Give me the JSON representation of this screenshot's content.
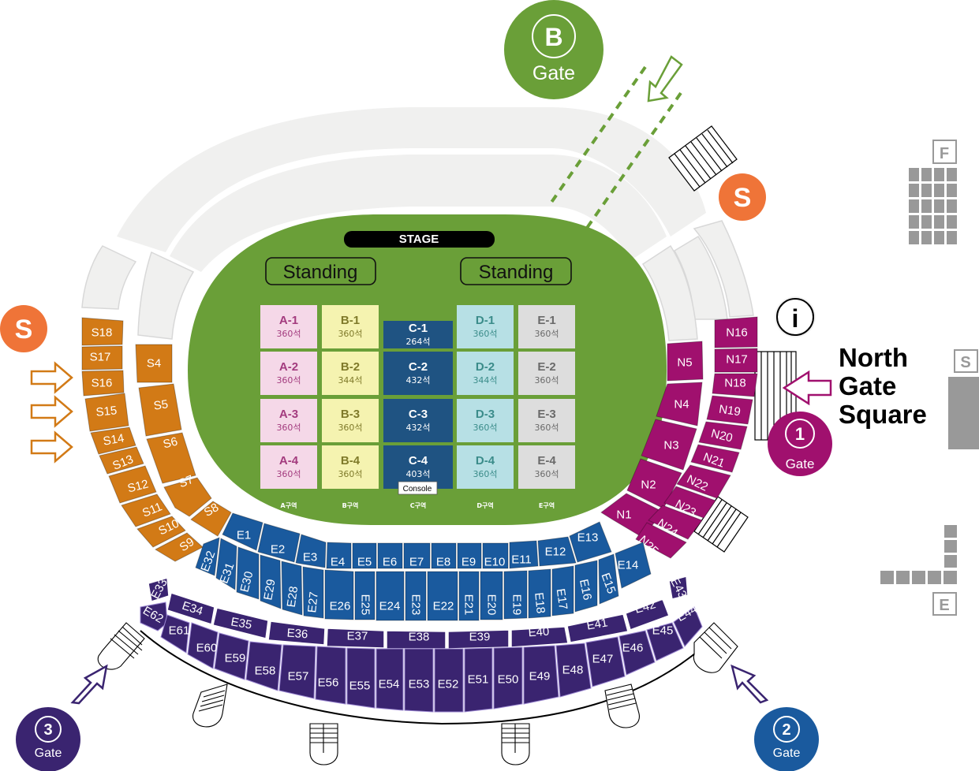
{
  "title": "Stadium seating map",
  "colors": {
    "field": "#6a9f38",
    "south": "#d27a16",
    "north": "#a0106e",
    "east_lower": "#1a5a9e",
    "east_upper": "#3a2470",
    "grey_seat": "#efefee",
    "gate_b": "#6a9f38",
    "gate_1": "#a0106e",
    "gate_2": "#1a5a9e",
    "gate_3": "#3a2470",
    "s_badge": "#ef7438"
  },
  "stage": {
    "label": "STAGE"
  },
  "standing": [
    {
      "label": "Standing"
    },
    {
      "label": "Standing"
    }
  ],
  "console_label": "Console",
  "floor_zones": [
    {
      "zone_label": "A구역",
      "fill": "#f5d8e8",
      "text_color": "#a33b7e",
      "blocks": [
        {
          "name": "A-1",
          "seats": "360석"
        },
        {
          "name": "A-2",
          "seats": "360석"
        },
        {
          "name": "A-3",
          "seats": "360석"
        },
        {
          "name": "A-4",
          "seats": "360석"
        }
      ]
    },
    {
      "zone_label": "B구역",
      "fill": "#f5f3b0",
      "text_color": "#7f7a2a",
      "blocks": [
        {
          "name": "B-1",
          "seats": "360석"
        },
        {
          "name": "B-2",
          "seats": "344석"
        },
        {
          "name": "B-3",
          "seats": "360석"
        },
        {
          "name": "B-4",
          "seats": "360석"
        }
      ]
    },
    {
      "zone_label": "C구역",
      "fill": "#1f5382",
      "text_color": "#ffffff",
      "blocks": [
        {
          "name": "C-1",
          "seats": "264석"
        },
        {
          "name": "C-2",
          "seats": "432석"
        },
        {
          "name": "C-3",
          "seats": "432석"
        },
        {
          "name": "C-4",
          "seats": "403석"
        }
      ]
    },
    {
      "zone_label": "D구역",
      "fill": "#b7e0e5",
      "text_color": "#3b8c8a",
      "blocks": [
        {
          "name": "D-1",
          "seats": "360석"
        },
        {
          "name": "D-2",
          "seats": "344석"
        },
        {
          "name": "D-3",
          "seats": "360석"
        },
        {
          "name": "D-4",
          "seats": "360석"
        }
      ]
    },
    {
      "zone_label": "E구역",
      "fill": "#dddddd",
      "text_color": "#6a6a6a",
      "blocks": [
        {
          "name": "E-1",
          "seats": "360석"
        },
        {
          "name": "E-2",
          "seats": "360석"
        },
        {
          "name": "E-3",
          "seats": "360석"
        },
        {
          "name": "E-4",
          "seats": "360석"
        }
      ]
    }
  ],
  "south_inner": [
    "S4",
    "S5",
    "S6",
    "S7",
    "S8"
  ],
  "south_outer": [
    "S18",
    "S17",
    "S16",
    "S15",
    "S14",
    "S13",
    "S12",
    "S11",
    "S10",
    "S9"
  ],
  "north_inner": [
    "N5",
    "N4",
    "N3",
    "N2",
    "N1"
  ],
  "north_outer": [
    "N16",
    "N17",
    "N18",
    "N19",
    "N20",
    "N21",
    "N22",
    "N23",
    "N24",
    "N25"
  ],
  "east_row1": [
    "E1",
    "E2",
    "E3",
    "E4",
    "E5",
    "E6",
    "E7",
    "E8",
    "E9",
    "E10",
    "E11",
    "E12",
    "E13"
  ],
  "east_row2": [
    "E32",
    "E31",
    "E30",
    "E29",
    "E28",
    "E27",
    "E26",
    "E25",
    "E24",
    "E23",
    "E22",
    "E21",
    "E20",
    "E19",
    "E18",
    "E17",
    "E16",
    "E15",
    "E14"
  ],
  "east_upper_row1": [
    "E33",
    "E34",
    "E35",
    "E36",
    "E37",
    "E38",
    "E39",
    "E40",
    "E41",
    "E42",
    "E43"
  ],
  "east_upper_row2": [
    "E62",
    "E61",
    "E60",
    "E59",
    "E58",
    "E57",
    "E56",
    "E55",
    "E54",
    "E53",
    "E52",
    "E51",
    "E50",
    "E49",
    "E48",
    "E47",
    "E46",
    "E45",
    "E44"
  ],
  "gates": {
    "b": {
      "symbol": "B",
      "label": "Gate"
    },
    "one": {
      "symbol": "1",
      "label": "Gate"
    },
    "two": {
      "symbol": "2",
      "label": "Gate"
    },
    "three": {
      "symbol": "3",
      "label": "Gate"
    }
  },
  "s_badges": [
    {
      "label": "S"
    },
    {
      "label": "S"
    }
  ],
  "info_icon": "i",
  "north_gate_square": [
    "North",
    "Gate",
    "Square"
  ],
  "parking": {
    "f": "F",
    "s": "S",
    "e": "E"
  }
}
